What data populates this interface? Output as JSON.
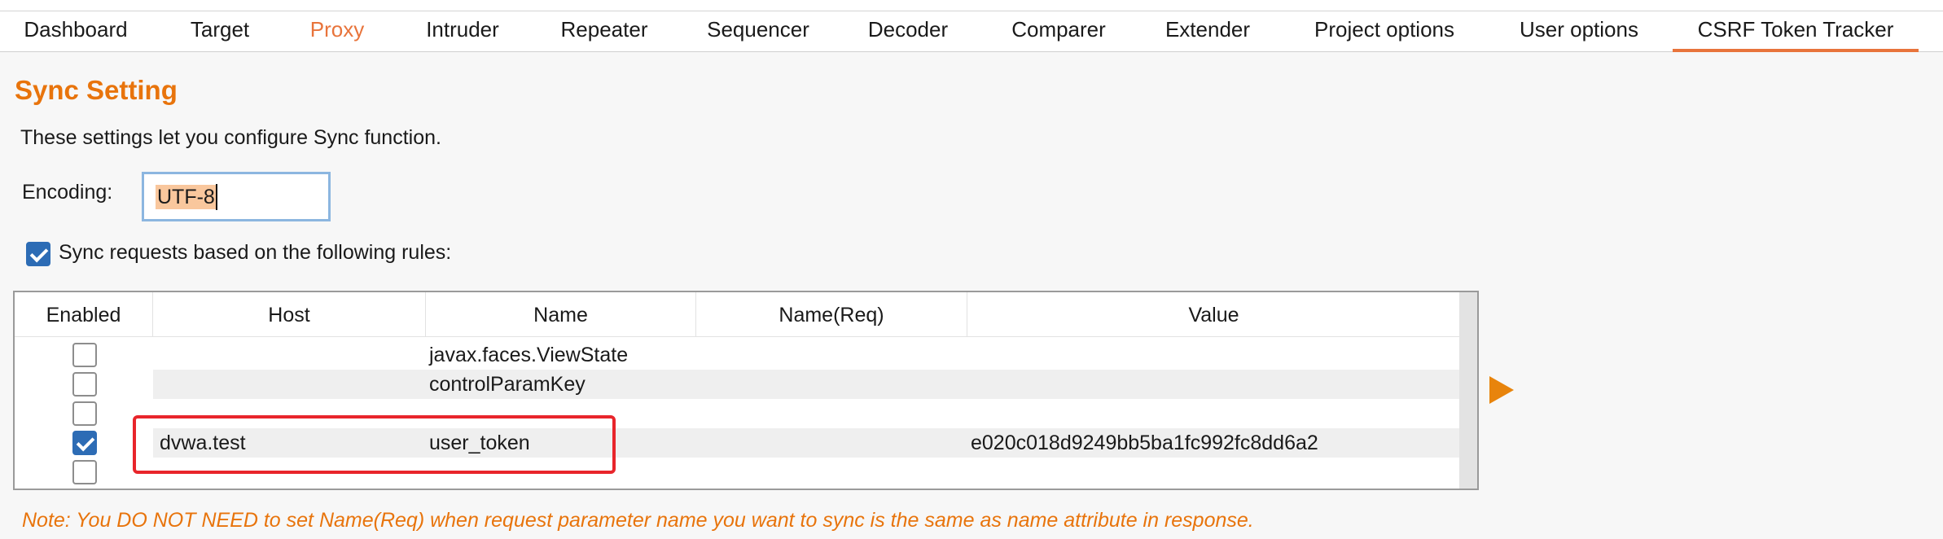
{
  "tabs": [
    "Dashboard",
    "Target",
    "Proxy",
    "Intruder",
    "Repeater",
    "Sequencer",
    "Decoder",
    "Comparer",
    "Extender",
    "Project options",
    "User options",
    "CSRF Token Tracker"
  ],
  "active_tab": "CSRF Token Tracker",
  "section": {
    "title": "Sync Setting",
    "description": "These settings let you configure Sync function."
  },
  "encoding": {
    "label": "Encoding:",
    "value": "UTF-8"
  },
  "sync_rules": {
    "label": "Sync requests based on the following rules:",
    "checked": true
  },
  "table": {
    "columns": [
      "Enabled",
      "Host",
      "Name",
      "Name(Req)",
      "Value"
    ],
    "rows": [
      {
        "enabled": false,
        "host": "",
        "name": "javax.faces.ViewState",
        "name_req": "",
        "value": ""
      },
      {
        "enabled": false,
        "host": "",
        "name": "controlParamKey",
        "name_req": "",
        "value": ""
      },
      {
        "enabled": false,
        "host": "",
        "name": "",
        "name_req": "",
        "value": ""
      },
      {
        "enabled": true,
        "host": "dvwa.test",
        "name": "user_token",
        "name_req": "",
        "value": "e020c018d9249bb5ba1fc992fc8dd6a2"
      },
      {
        "enabled": false,
        "host": "",
        "name": "",
        "name_req": "",
        "value": ""
      }
    ]
  },
  "note": "Note: You DO NOT NEED to set Name(Req) when request parameter name you want to sync is the same as name attribute in response.",
  "colors": {
    "accent": "#e8740c",
    "highlight": "#e8252b",
    "check": "#2d6cb5"
  }
}
